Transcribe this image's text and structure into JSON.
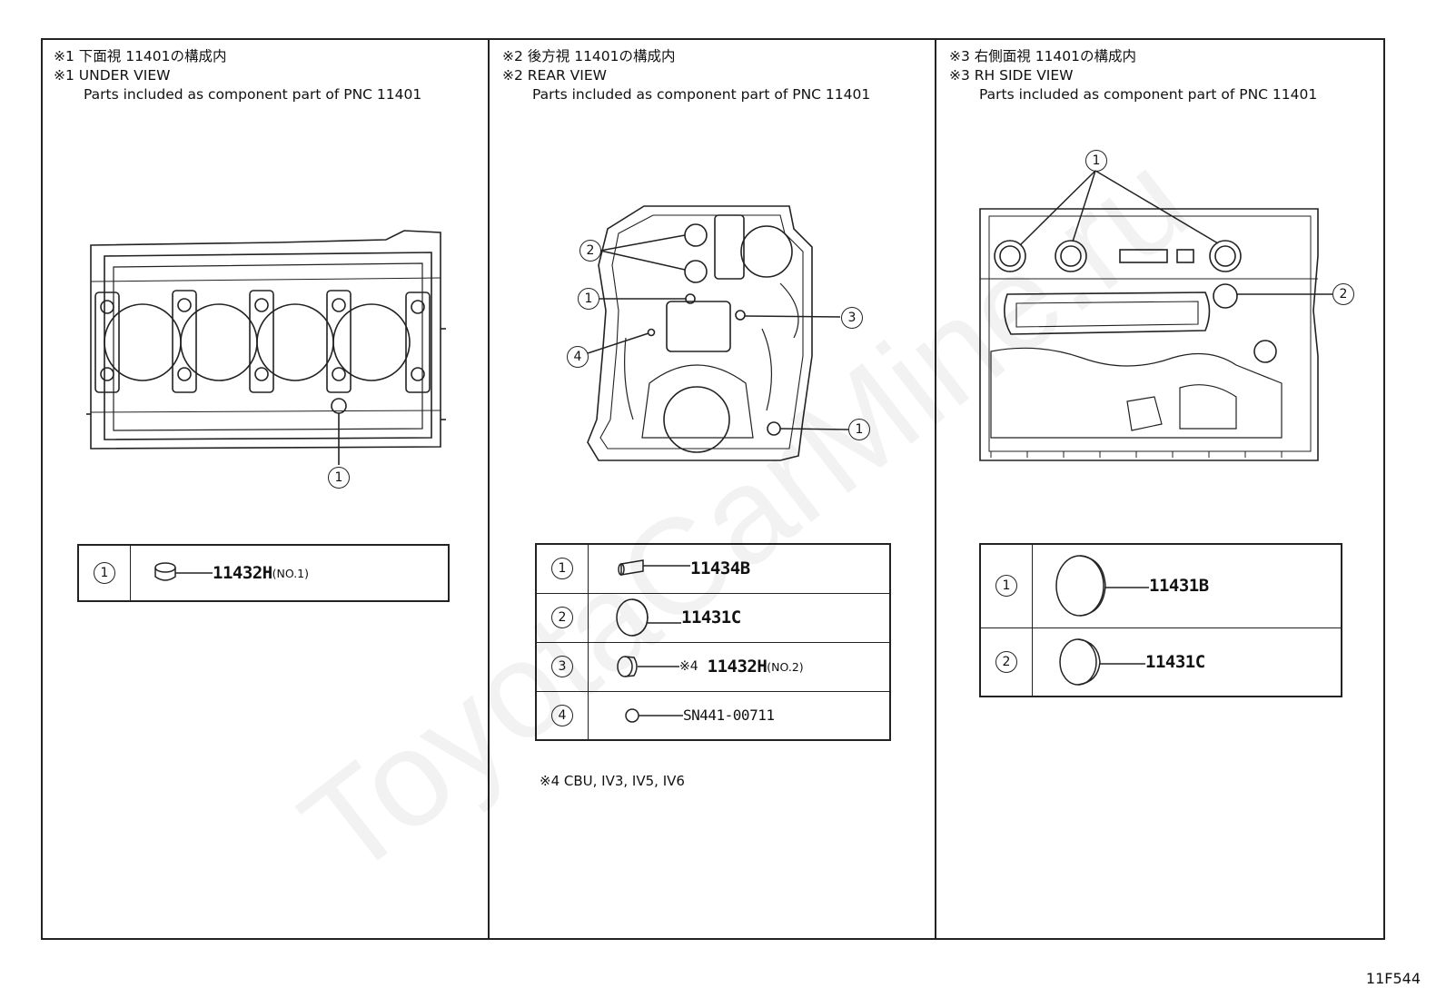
{
  "panels": [
    {
      "title_jp": "※1 下面視 11401の構成内",
      "title_en": "※1 UNDER VIEW",
      "subtitle": "Parts included as component part of PNC 11401",
      "callouts": [
        "1"
      ],
      "parts": [
        {
          "num": "1",
          "part": "11432H",
          "suffix": "(NO.1)"
        }
      ]
    },
    {
      "title_jp": "※2 後方視 11401の構成内",
      "title_en": "※2 REAR VIEW",
      "subtitle": "Parts included as component part of PNC 11401",
      "callouts": [
        "2",
        "1",
        "4",
        "3",
        "1"
      ],
      "parts": [
        {
          "num": "1",
          "part": "11434B"
        },
        {
          "num": "2",
          "part": "11431C"
        },
        {
          "num": "3",
          "prefix": "※4",
          "part": "11432H",
          "suffix": "(NO.2)"
        },
        {
          "num": "4",
          "part": "SN441-00711"
        }
      ],
      "footnote": "※4  CBU, IV3, IV5, IV6"
    },
    {
      "title_jp": "※3 右側面視 11401の構成内",
      "title_en": "※3 RH SIDE VIEW",
      "subtitle": "Parts included as component part of PNC 11401",
      "callouts": [
        "1",
        "2"
      ],
      "parts": [
        {
          "num": "1",
          "part": "11431B"
        },
        {
          "num": "2",
          "part": "11431C"
        }
      ]
    }
  ],
  "figure_id": "11F544",
  "watermark": "ToyotaCarMine.ru"
}
